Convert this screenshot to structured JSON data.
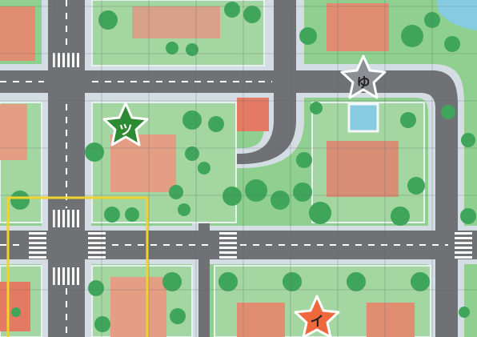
{
  "map": {
    "colors": {
      "grass": "#8fcf8f",
      "lot": "#a3d6a0",
      "road": "#6f7174",
      "curb": "#d4dde3",
      "lane_marking": "#ffffff",
      "roof": "#e08d72",
      "tree": "#3fa55a",
      "water": "#86cbe0",
      "grid_line": "#5a6a70",
      "highlight": "#f2d32d"
    },
    "markers": [
      {
        "id": "tsu",
        "label": "ツ",
        "color": "#2c8a32"
      },
      {
        "id": "yu",
        "label": "ゆ",
        "color": "#8c8f93"
      },
      {
        "id": "i",
        "label": "イ",
        "color": "#ee6a3c"
      }
    ]
  }
}
